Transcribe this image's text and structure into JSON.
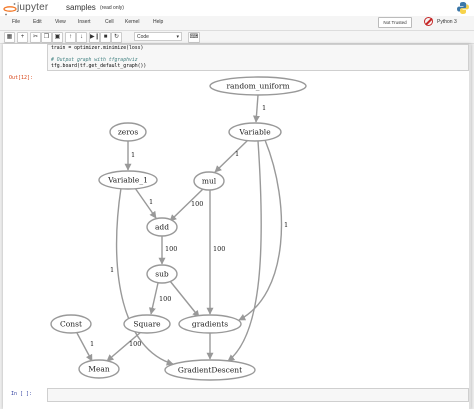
{
  "header": {
    "brand": "jupyter",
    "notebook_name": "samples",
    "status": "(read only)"
  },
  "menu": [
    "File",
    "Edit",
    "View",
    "Insert",
    "Cell",
    "Kernel",
    "Help"
  ],
  "trust_badge": "Not Trusted",
  "kernel": {
    "name": "Python 3"
  },
  "toolbar": {
    "cell_type": "Code",
    "buttons": [
      "save-icon",
      "add-cell-icon",
      "cut-icon",
      "copy-icon",
      "paste-icon",
      "move-up-icon",
      "move-down-icon",
      "run-icon",
      "stop-icon",
      "restart-icon"
    ]
  },
  "code_cell": {
    "lines": [
      "train = optimizer.minimize(loss)",
      "",
      "# Output graph with tfgraphviz",
      "tfg.board(tf.get_default_graph())"
    ]
  },
  "out_prompt": "Out[12]:",
  "in_prompt": "In [ ]:",
  "graph": {
    "nodes": [
      {
        "id": "random_uniform",
        "label": "random_uniform"
      },
      {
        "id": "zeros",
        "label": "zeros"
      },
      {
        "id": "Variable",
        "label": "Variable"
      },
      {
        "id": "Variable_1",
        "label": "Variable_1"
      },
      {
        "id": "mul",
        "label": "mul"
      },
      {
        "id": "add",
        "label": "add"
      },
      {
        "id": "sub",
        "label": "sub"
      },
      {
        "id": "Const",
        "label": "Const"
      },
      {
        "id": "Square",
        "label": "Square"
      },
      {
        "id": "gradients",
        "label": "gradients"
      },
      {
        "id": "Mean",
        "label": "Mean"
      },
      {
        "id": "GradientDescent",
        "label": "GradientDescent"
      }
    ],
    "edges": [
      {
        "from": "random_uniform",
        "to": "Variable",
        "label": "1"
      },
      {
        "from": "zeros",
        "to": "Variable_1",
        "label": "1"
      },
      {
        "from": "Variable",
        "to": "mul",
        "label": "1"
      },
      {
        "from": "Variable",
        "to": "gradients",
        "label": "1"
      },
      {
        "from": "Variable",
        "to": "GradientDescent",
        "label": ""
      },
      {
        "from": "Variable_1",
        "to": "add",
        "label": "1"
      },
      {
        "from": "Variable_1",
        "to": "GradientDescent",
        "label": "1"
      },
      {
        "from": "mul",
        "to": "add",
        "label": "100"
      },
      {
        "from": "mul",
        "to": "gradients",
        "label": "100"
      },
      {
        "from": "add",
        "to": "sub",
        "label": "100"
      },
      {
        "from": "sub",
        "to": "Square",
        "label": "100"
      },
      {
        "from": "sub",
        "to": "gradients",
        "label": ""
      },
      {
        "from": "Const",
        "to": "Mean",
        "label": "1"
      },
      {
        "from": "Square",
        "to": "Mean",
        "label": "100"
      },
      {
        "from": "gradients",
        "to": "GradientDescent",
        "label": ""
      }
    ]
  }
}
